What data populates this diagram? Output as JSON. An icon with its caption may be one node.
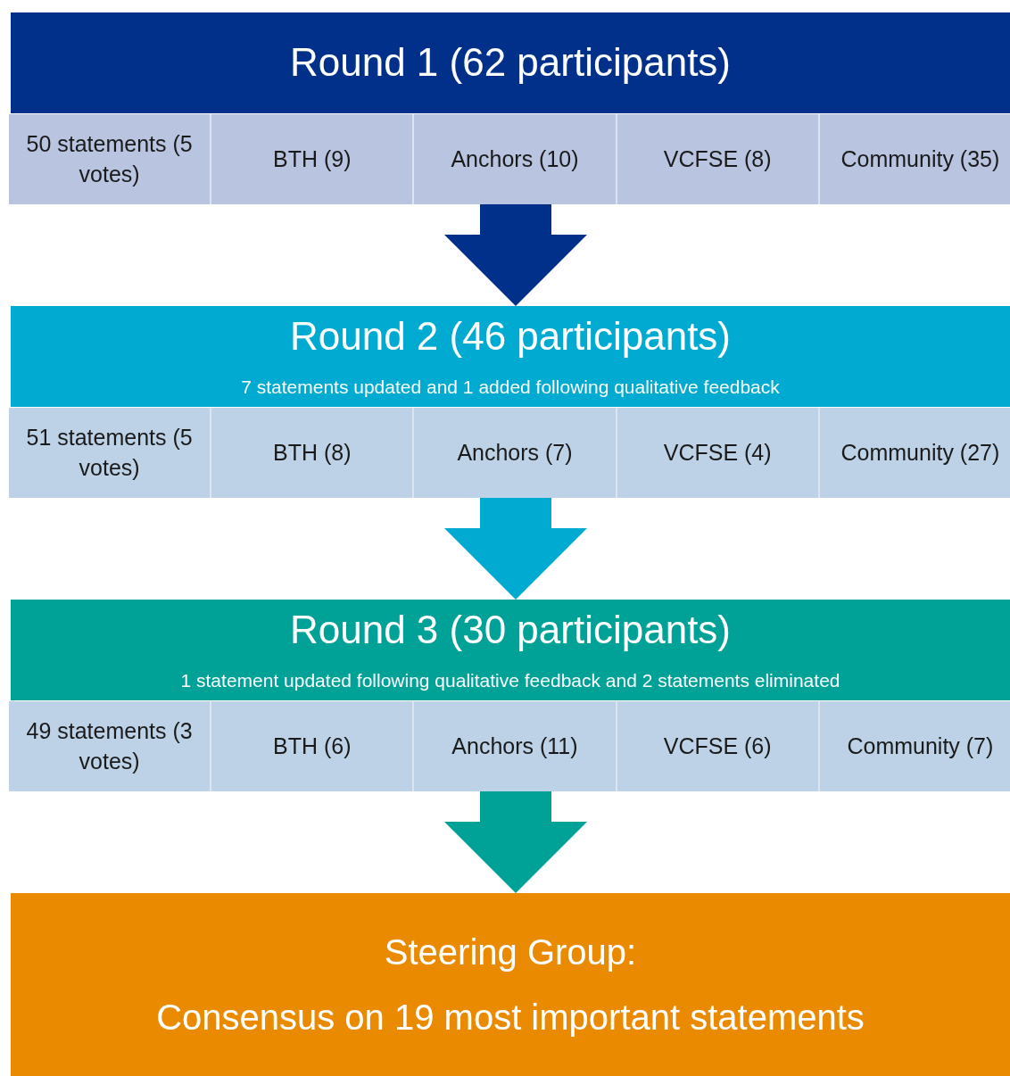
{
  "diagram": {
    "nodes": [
      {
        "text": [
          "Round 1 (62 participants)"
        ]
      },
      {
        "text": [
          "50 statements (5 votes)"
        ]
      },
      {
        "text": [
          "BTH (9)"
        ]
      },
      {
        "text": [
          "Anchors (10)"
        ]
      },
      {
        "text": [
          "VCFSE (8)"
        ]
      },
      {
        "text": [
          "Community (35)"
        ]
      },
      {
        "text": [
          "Round 2 (46 participants)",
          "7 statements updated  and 1 added following qualitative feedback"
        ]
      },
      {
        "text": [
          "51 statements (5 votes)"
        ]
      },
      {
        "text": [
          "BTH (8)"
        ]
      },
      {
        "text": [
          "Anchors (7)"
        ]
      },
      {
        "text": [
          "VCFSE (4)"
        ]
      },
      {
        "text": [
          "Community (27)"
        ]
      },
      {
        "text": [
          "Round 3 (30 participants)",
          "1 statement updated following qualitative feedback and 2 statements eliminated"
        ]
      },
      {
        "text": [
          "49 statements (3 votes)"
        ]
      },
      {
        "text": [
          "BTH (6)"
        ]
      },
      {
        "text": [
          "Anchors (11)"
        ]
      },
      {
        "text": [
          "VCFSE (6)"
        ]
      },
      {
        "text": [
          "Community (7)"
        ]
      },
      {
        "text": [
          "Steering Group:",
          "Consensus on 19 most important statements"
        ]
      }
    ],
    "edges": [
      {
        "from": 3,
        "to": 6,
        "arrow": "to",
        "style": "thick",
        "color": "#00308a"
      },
      {
        "from": 9,
        "to": 12,
        "arrow": "to",
        "style": "thick",
        "color": "#00aad0"
      },
      {
        "from": 15,
        "to": 18,
        "arrow": "to",
        "style": "thick",
        "color": "#00a297"
      }
    ]
  }
}
